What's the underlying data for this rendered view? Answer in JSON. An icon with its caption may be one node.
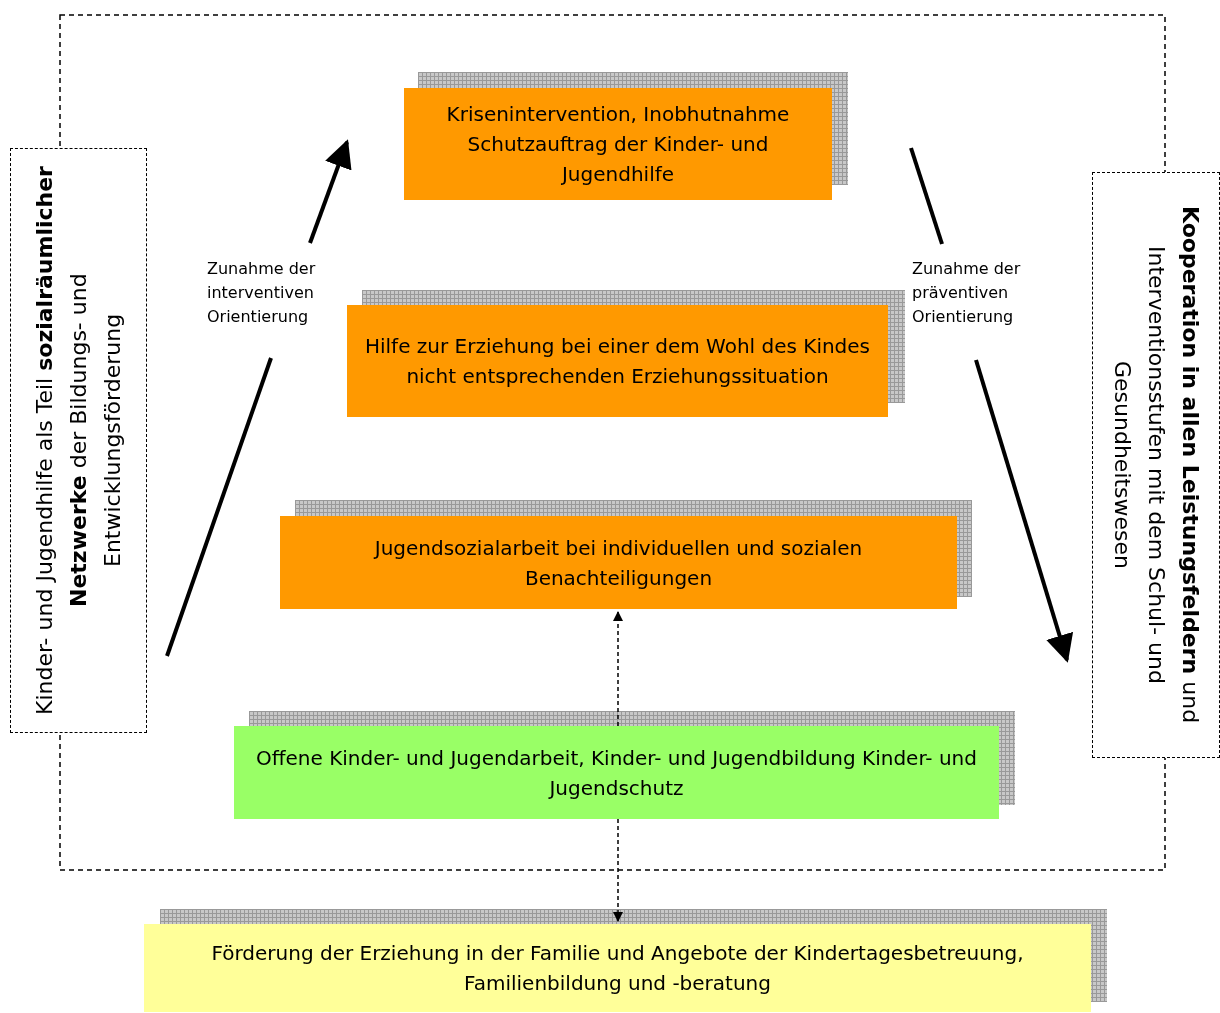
{
  "diagram": {
    "nodes": [
      {
        "text": [
          "Kinder- und Jugendhilfe als Teil **sozialräumlicher Netzwerke** der Bildungs- und Entwicklungsförderung"
        ]
      },
      {
        "text": [
          "Krisenintervention, Inobhutnahme Schutzauftrag der Kinder- und Jugendhilfe"
        ]
      },
      {
        "text": [
          "Hilfe zur Erziehung bei einer dem Wohl des Kindes nicht entsprechenden Erziehungssituation"
        ]
      },
      {
        "text": [
          "Jugendsozialarbeit bei individuellen und sozialen Benachteiligungen"
        ]
      },
      {
        "text": [
          "Offene Kinder- und Jugendarbeit, Kinder- und Jugendbildung Kinder- und Jugendschutz"
        ]
      },
      {
        "text": [
          "Förderung der Erziehung in der Familie und Angebote der Kindertagesbetreuung, Familienbildung und -beratung"
        ]
      },
      {
        "text": [
          "**Kooperation in allen Leistungsfeldern** und Interventionsstufen mit dem Schul- und Gesundheitswesen"
        ]
      }
    ],
    "edges": [
      {
        "from": 4,
        "to": 3,
        "arrow": "to",
        "style": "dashed"
      },
      {
        "from": 4,
        "to": 5,
        "arrow": "to",
        "style": "dashed"
      }
    ],
    "labels": [
      "Zunahme der interventiven Orientierung",
      "Zunahme der präventiven Orientierung"
    ]
  }
}
